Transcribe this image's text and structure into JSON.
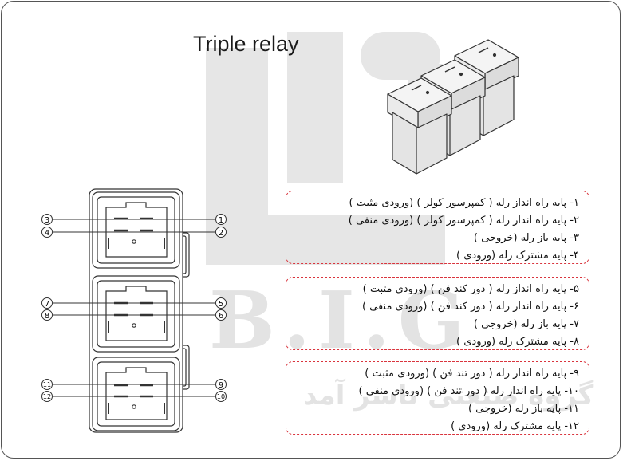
{
  "title": "Triple relay",
  "watermark": {
    "logo_text": "B.I.G",
    "logo_subtext": "گروه صنعتی تاسر آمد"
  },
  "pin_numbers": {
    "p1": "1",
    "p2": "2",
    "p3": "3",
    "p4": "4",
    "p5": "5",
    "p6": "6",
    "p7": "7",
    "p8": "8",
    "p9": "9",
    "p10": "10",
    "p11": "11",
    "p12": "12"
  },
  "relays": [
    {
      "lines": [
        "۱- پایه راه انداز رله ( کمپرسور کولر ) (ورودی مثبت )",
        "۲- پایه راه انداز رله ( کمپرسور کولر ) (ورودی منفی )",
        "۳- پایه باز رله (خروجی )",
        "۴- پایه مشترک رله (ورودی )"
      ]
    },
    {
      "lines": [
        "۵- پایه راه انداز رله ( دور کند فن ) (ورودی مثبت )",
        "۶- پایه راه انداز رله ( دور کند فن ) (ورودی منفی )",
        "۷- پایه باز رله (خروجی )",
        "۸- پایه مشترک رله (ورودی )"
      ]
    },
    {
      "lines": [
        "۹- پایه راه انداز رله ( دور تند فن ) (ورودی مثبت )",
        "۱۰- پایه راه انداز رله ( دور تند فن ) (ورودی منفی )",
        "۱۱- پایه باز رله (خروجی )",
        "۱۲- پایه مشترک رله (ورودی )"
      ]
    }
  ],
  "colors": {
    "accent": "#d9343d",
    "line": "#333333",
    "watermark": "#e3e3e3"
  }
}
